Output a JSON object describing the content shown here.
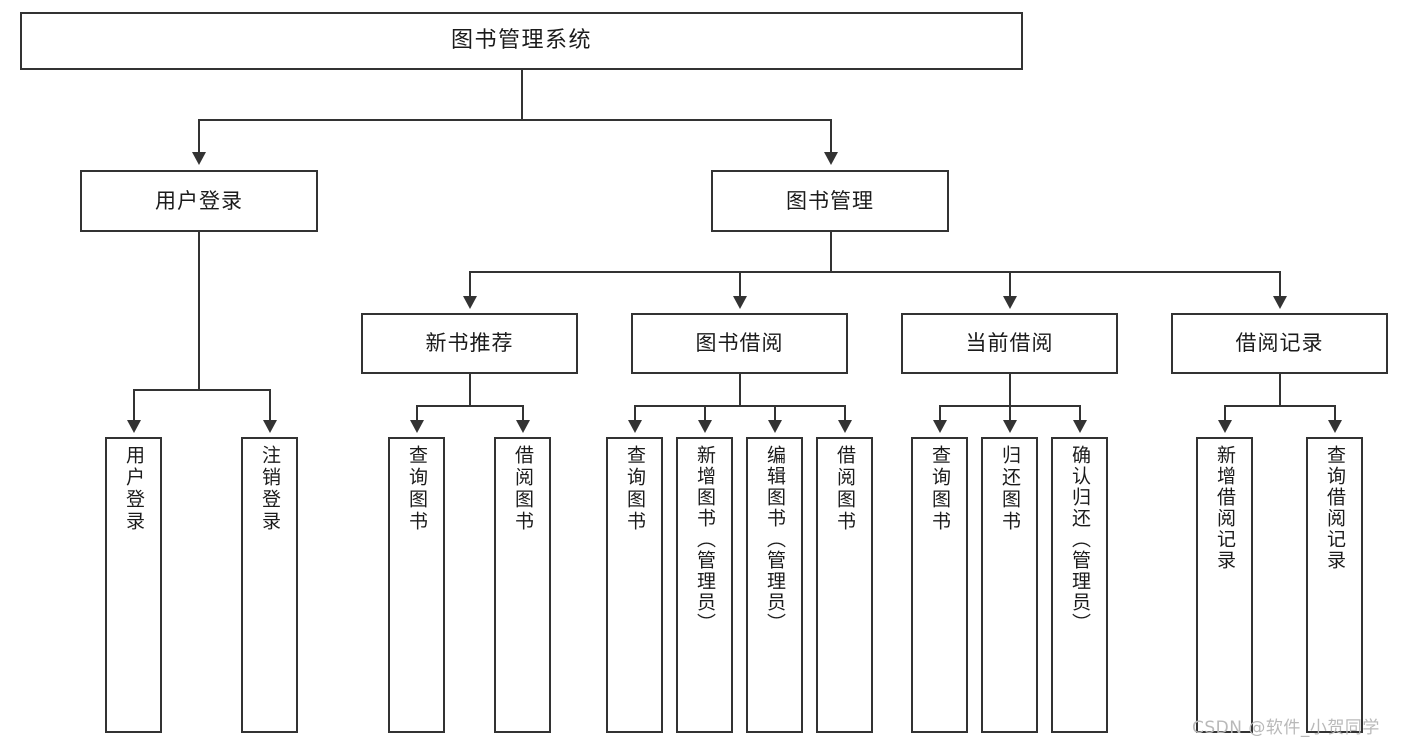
{
  "diagram": {
    "title": "图书管理系统",
    "watermark": "CSDN @软件_小贺同学",
    "root": {
      "label": "图书管理系统"
    },
    "level2": [
      {
        "id": "user-login",
        "label": "用户登录"
      },
      {
        "id": "book-manage",
        "label": "图书管理"
      }
    ],
    "level3": [
      {
        "id": "new-book-recommend",
        "label": "新书推荐"
      },
      {
        "id": "book-borrow",
        "label": "图书借阅"
      },
      {
        "id": "current-borrow",
        "label": "当前借阅"
      },
      {
        "id": "borrow-record",
        "label": "借阅记录"
      }
    ],
    "leaves": {
      "user_login": [
        {
          "id": "leaf-user-login",
          "label": "用户登录"
        },
        {
          "id": "leaf-logout-login",
          "label": "注销登录"
        }
      ],
      "new_book_recommend": [
        {
          "id": "leaf-query-book-1",
          "label": "查询图书"
        },
        {
          "id": "leaf-borrow-book-1",
          "label": "借阅图书"
        }
      ],
      "book_borrow": [
        {
          "id": "leaf-query-book-2",
          "label": "查询图书"
        },
        {
          "id": "leaf-add-book",
          "label": "新增图书（管理员）"
        },
        {
          "id": "leaf-edit-book",
          "label": "编辑图书（管理员）"
        },
        {
          "id": "leaf-borrow-book-2",
          "label": "借阅图书"
        }
      ],
      "current_borrow": [
        {
          "id": "leaf-query-book-3",
          "label": "查询图书"
        },
        {
          "id": "leaf-return-book",
          "label": "归还图书"
        },
        {
          "id": "leaf-confirm-return",
          "label": "确认归还（管理员）"
        }
      ],
      "borrow_record": [
        {
          "id": "leaf-add-record",
          "label": "新增借阅记录"
        },
        {
          "id": "leaf-query-record",
          "label": "查询借阅记录"
        }
      ]
    },
    "colors": {
      "stroke": "#333333",
      "fill": "#ffffff",
      "text": "#1b1b1b",
      "watermark": "#b9b9b9"
    }
  }
}
